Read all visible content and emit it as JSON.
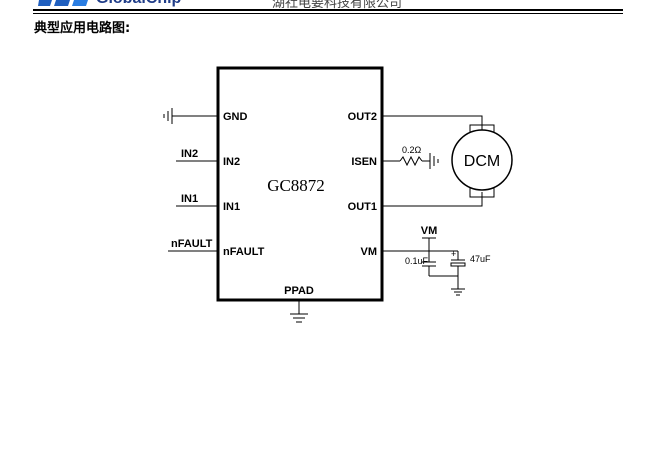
{
  "header": {
    "brand": "GlobalChip",
    "company": "湖社电要科技有限公司"
  },
  "section_title": "典型应用电路图:",
  "chip": {
    "name": "GC8872",
    "left_pins": [
      "GND",
      "IN2",
      "IN1",
      "nFAULT"
    ],
    "right_pins": [
      "OUT2",
      "ISEN",
      "OUT1",
      "VM"
    ],
    "bottom_pin": "PPAD"
  },
  "external": {
    "in2": "IN2",
    "in1": "IN1",
    "nfault": "nFAULT",
    "sense_resistor": "0.2Ω",
    "motor": "DCM",
    "vm": "VM",
    "cap_small": "0.1uF",
    "cap_bulk": "47uF"
  }
}
